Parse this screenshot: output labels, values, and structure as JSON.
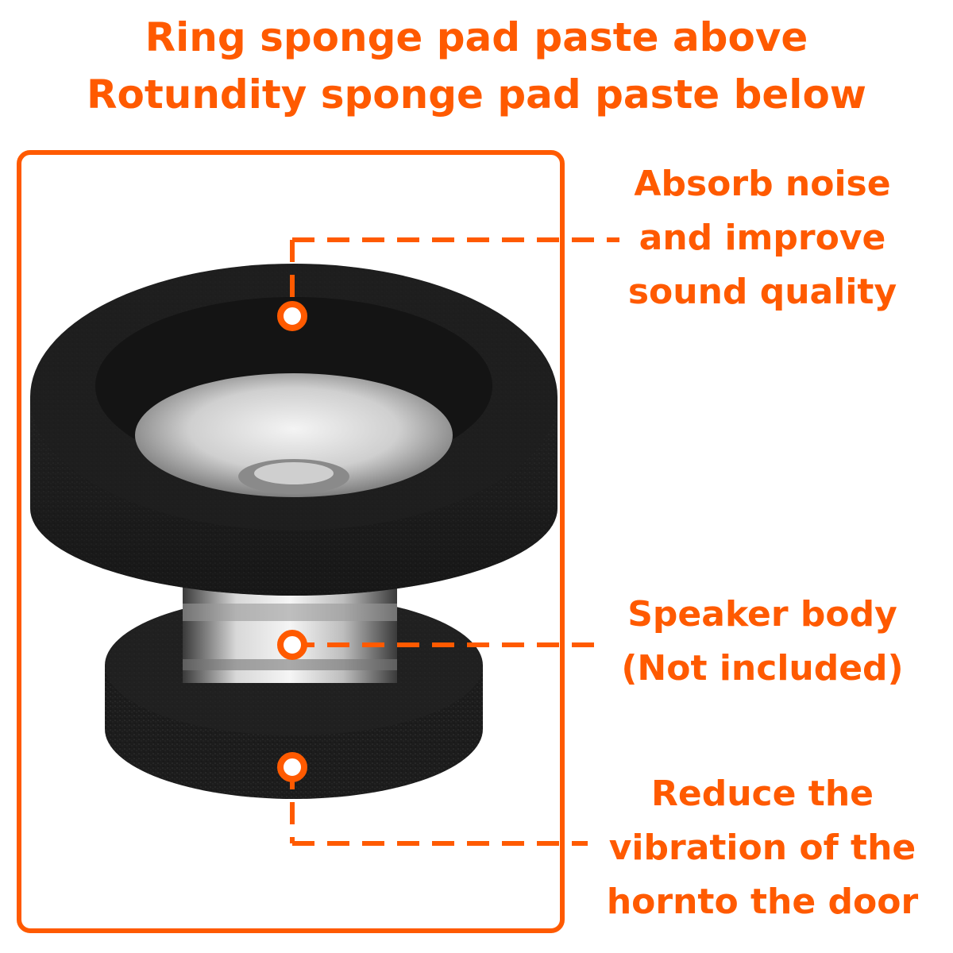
{
  "title": {
    "line1": "Ring sponge pad paste above",
    "line2": "Rotundity sponge pad paste below"
  },
  "labels": {
    "absorb": [
      "Absorb noise",
      "and improve",
      "sound quality"
    ],
    "speaker": [
      "Speaker body",
      "(Not included)"
    ],
    "reduce": [
      "Reduce the",
      "vibration of the",
      "hornto the door"
    ]
  },
  "colors": {
    "accent": "#ff5a00",
    "foam": "#1a1a1a",
    "background": "#ffffff"
  },
  "icons": [
    "callout-dot-icon"
  ]
}
